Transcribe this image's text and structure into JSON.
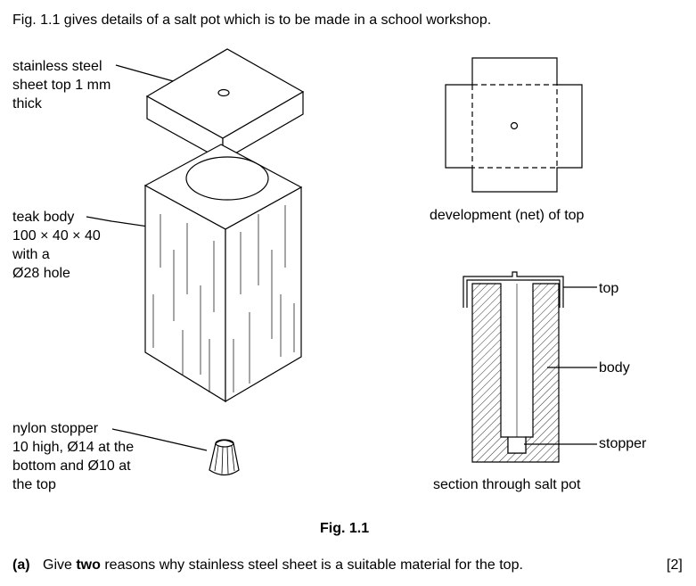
{
  "intro": "Fig. 1.1 gives details of a salt pot which is to be made in a school workshop.",
  "labels": {
    "top_material": [
      "stainless steel",
      "sheet top 1 mm",
      "thick"
    ],
    "body_material": [
      "teak body",
      "100 × 40 × 40",
      "with a",
      "Ø28 hole"
    ],
    "stopper_material": [
      "nylon stopper",
      "10 high, Ø14 at the",
      "bottom and Ø10 at",
      "the top"
    ],
    "net_caption": "development (net) of top",
    "section_caption": "section through salt pot",
    "section_top": "top",
    "section_body": "body",
    "section_stopper": "stopper"
  },
  "figure_caption": "Fig. 1.1",
  "question": {
    "part": "(a)",
    "text_before": "Give ",
    "bold": "two",
    "text_after": " reasons why stainless steel sheet is a suitable material for the top.",
    "marks": "[2]"
  }
}
